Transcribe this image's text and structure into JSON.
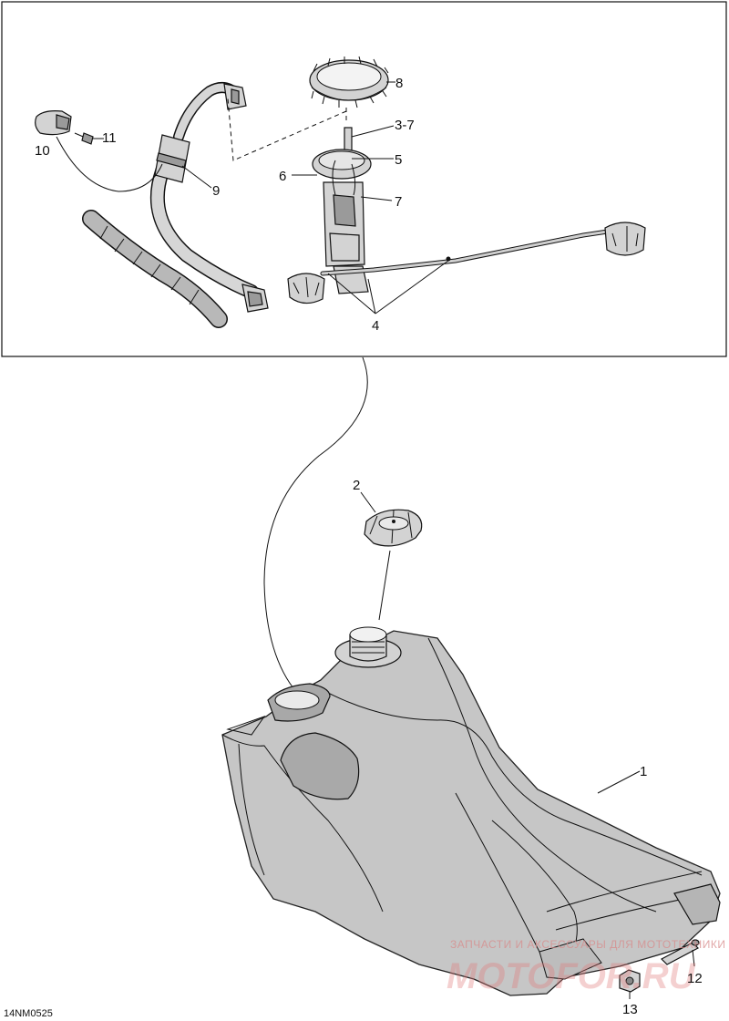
{
  "diagram": {
    "callouts": [
      "1",
      "2",
      "3-7",
      "4",
      "5",
      "6",
      "7",
      "8",
      "9",
      "10",
      "11",
      "12",
      "13"
    ],
    "figure_code": "14NM0525"
  },
  "watermark": {
    "line1": "ЗАПЧАСТИ И АКСЕССУАРЫ ДЛЯ МОТОТЕХНИКИ",
    "line2": "MOTOFOR.RU"
  }
}
